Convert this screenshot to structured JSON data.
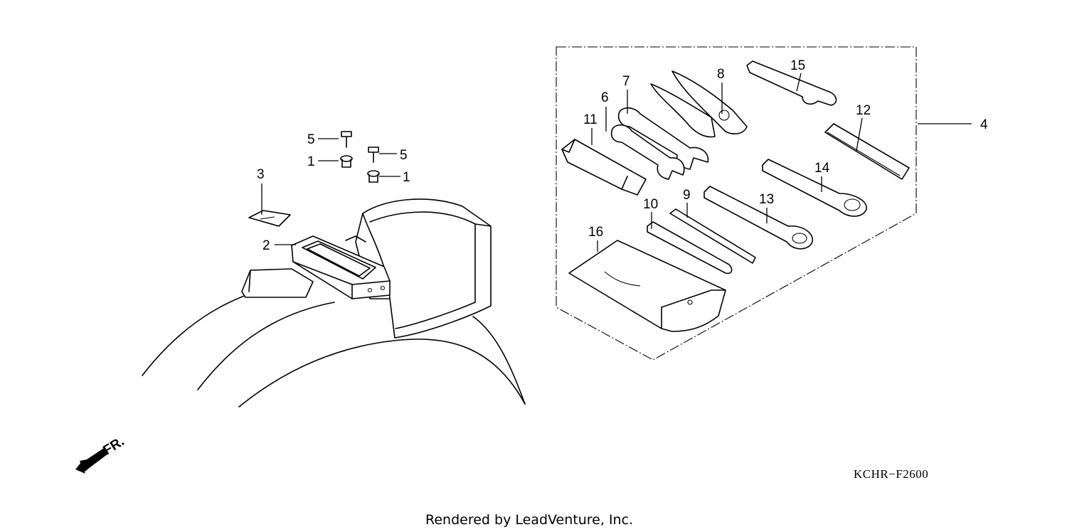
{
  "diagram": {
    "callouts": {
      "p1a": "1",
      "p1b": "1",
      "p2": "2",
      "p3": "3",
      "p4": "4",
      "p5a": "5",
      "p5b": "5",
      "p6": "6",
      "p7": "7",
      "p8": "8",
      "p9": "9",
      "p10": "10",
      "p11": "11",
      "p12": "12",
      "p13": "13",
      "p14": "14",
      "p15": "15",
      "p16": "16"
    },
    "front_label": "FR.",
    "diagram_code": "KCHR−F2600",
    "credit": "Rendered by LeadVenture, Inc."
  }
}
